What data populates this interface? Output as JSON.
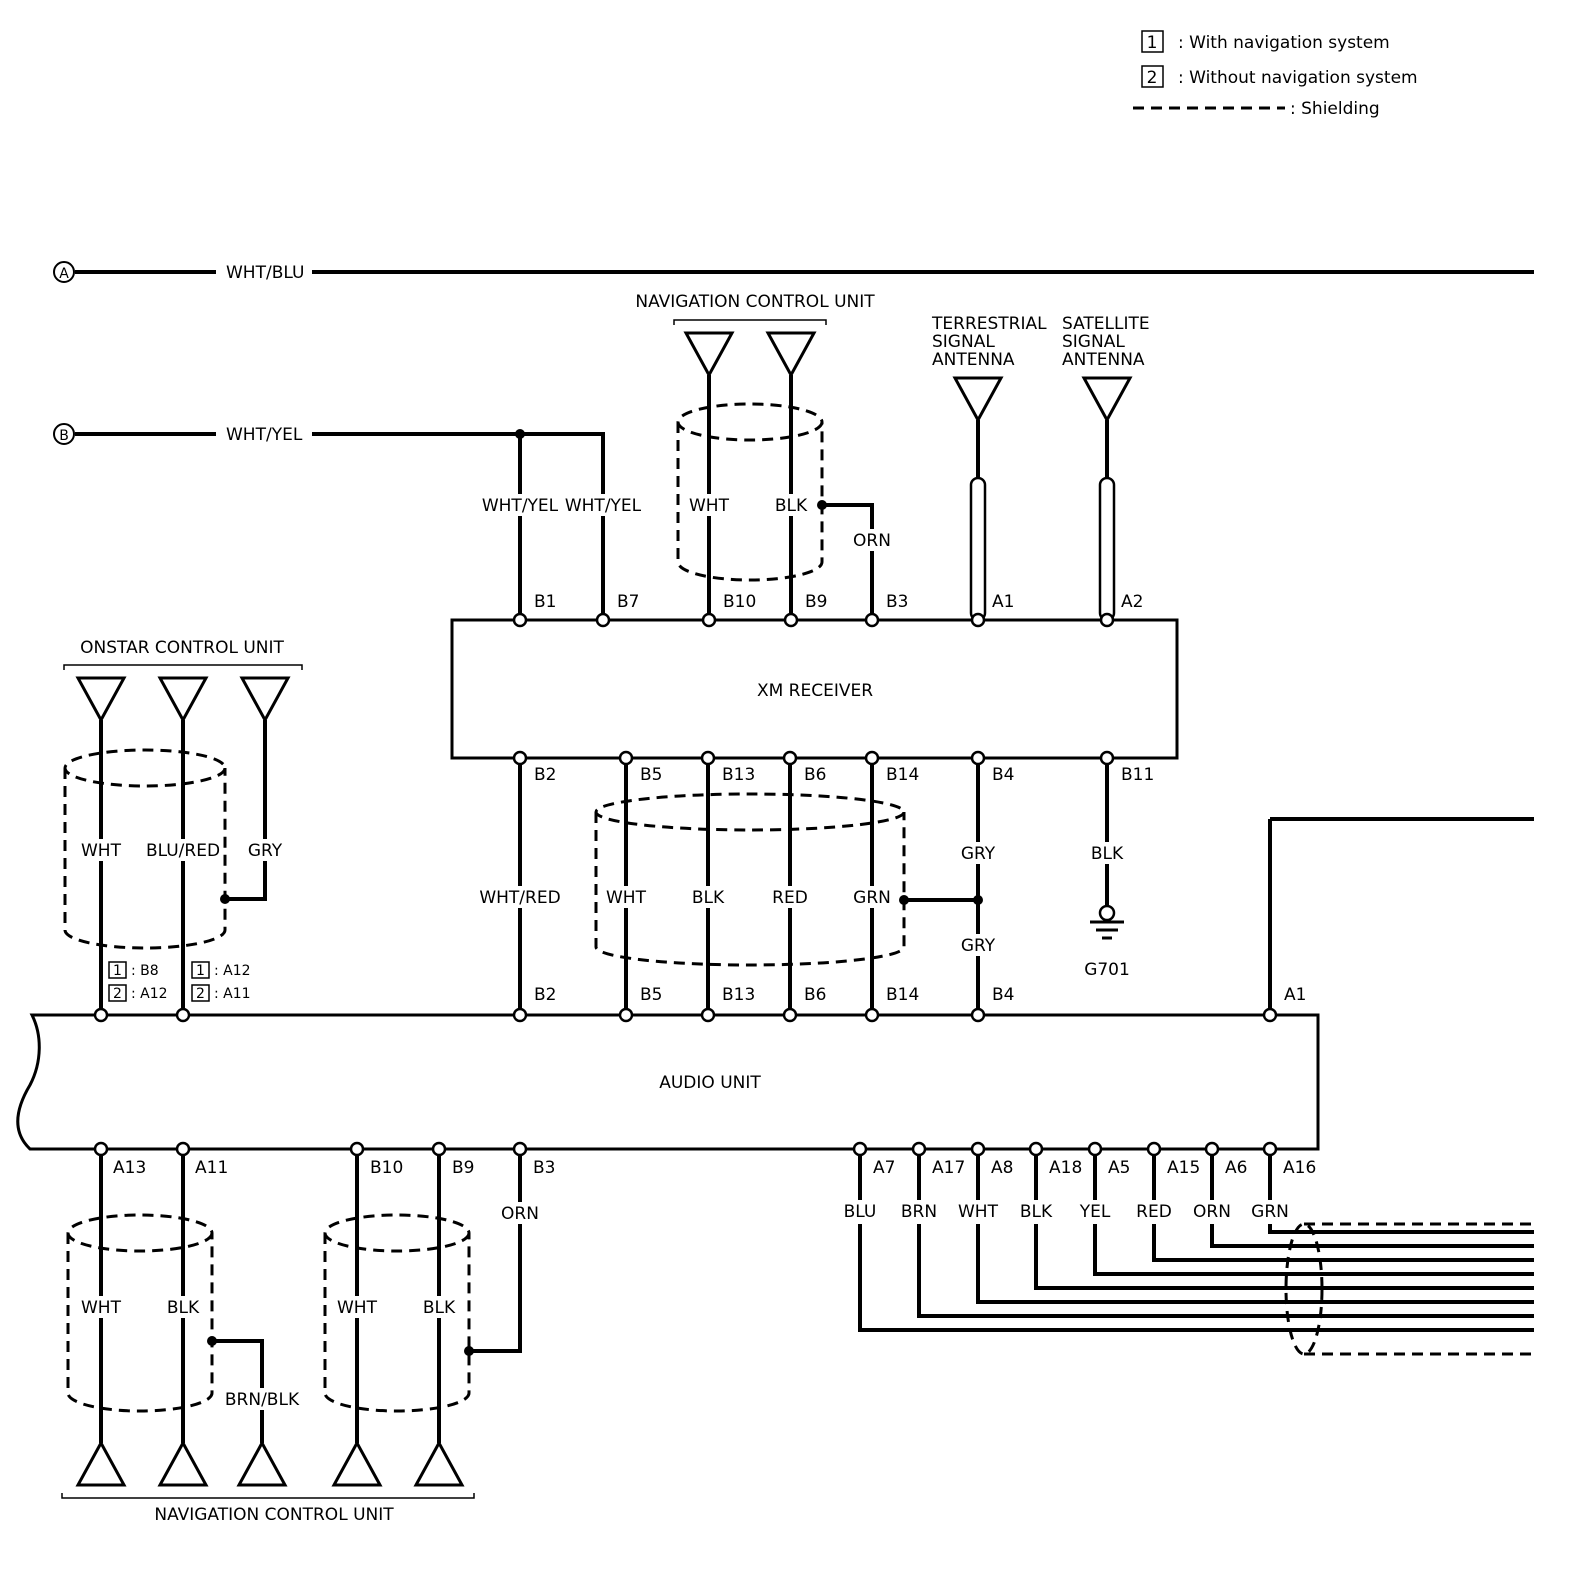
{
  "legend": {
    "item1_num": "1",
    "item1_text": ": With navigation system",
    "item2_num": "2",
    "item2_text": ": Without navigation system",
    "shield_text": ": Shielding"
  },
  "connectors": {
    "a": "A",
    "b": "B"
  },
  "wires": {
    "a_label": "WHT/BLU",
    "b_label": "WHT/YEL",
    "b1_label": "WHT/YEL",
    "b7_label": "WHT/YEL"
  },
  "nav_top": {
    "title": "NAVIGATION CONTROL UNIT",
    "wht": "WHT",
    "blk": "BLK",
    "orn": "ORN"
  },
  "antennas": {
    "terrestrial": [
      "TERRESTRIAL",
      "SIGNAL",
      "ANTENNA"
    ],
    "satellite": [
      "SATELLITE",
      "SIGNAL",
      "ANTENNA"
    ]
  },
  "xm_receiver": {
    "title": "XM RECEIVER",
    "top_pins": [
      "B1",
      "B7",
      "B10",
      "B9",
      "B3",
      "A1",
      "A2"
    ],
    "bottom_pins": [
      "B2",
      "B5",
      "B13",
      "B6",
      "B14",
      "B4",
      "B11"
    ]
  },
  "xm_audio_wires": {
    "b2": "WHT/RED",
    "b5": "WHT",
    "b13": "BLK",
    "b6": "RED",
    "b14": "GRN",
    "b4_top": "GRY",
    "b4_bottom": "GRY",
    "b11": "BLK",
    "ground": "G701"
  },
  "onstar": {
    "title": "ONSTAR CONTROL UNIT",
    "wht": "WHT",
    "blu_red": "BLU/RED",
    "gry": "GRY",
    "pinref1_a": "1",
    "pinref1_a_pin": ": B8",
    "pinref2_a": "2",
    "pinref2_a_pin": ": A12",
    "pinref1_b": "1",
    "pinref1_b_pin": ": A12",
    "pinref2_b": "2",
    "pinref2_b_pin": ": A11"
  },
  "audio_unit": {
    "title": "AUDIO UNIT",
    "top_pins": [
      "B2",
      "B5",
      "B13",
      "B6",
      "B14",
      "B4",
      "A1"
    ],
    "bottom_pins": [
      "A13",
      "A11",
      "B10",
      "B9",
      "B3",
      "A7",
      "A17",
      "A8",
      "A18",
      "A5",
      "A15",
      "A6",
      "A16"
    ],
    "bottom_colors": [
      "BLU",
      "BRN",
      "WHT",
      "BLK",
      "YEL",
      "RED",
      "ORN",
      "GRN"
    ]
  },
  "nav_bottom": {
    "title": "NAVIGATION CONTROL UNIT",
    "wht1": "WHT",
    "blk1": "BLK",
    "brn_blk": "BRN/BLK",
    "wht2": "WHT",
    "blk2": "BLK",
    "orn": "ORN"
  }
}
